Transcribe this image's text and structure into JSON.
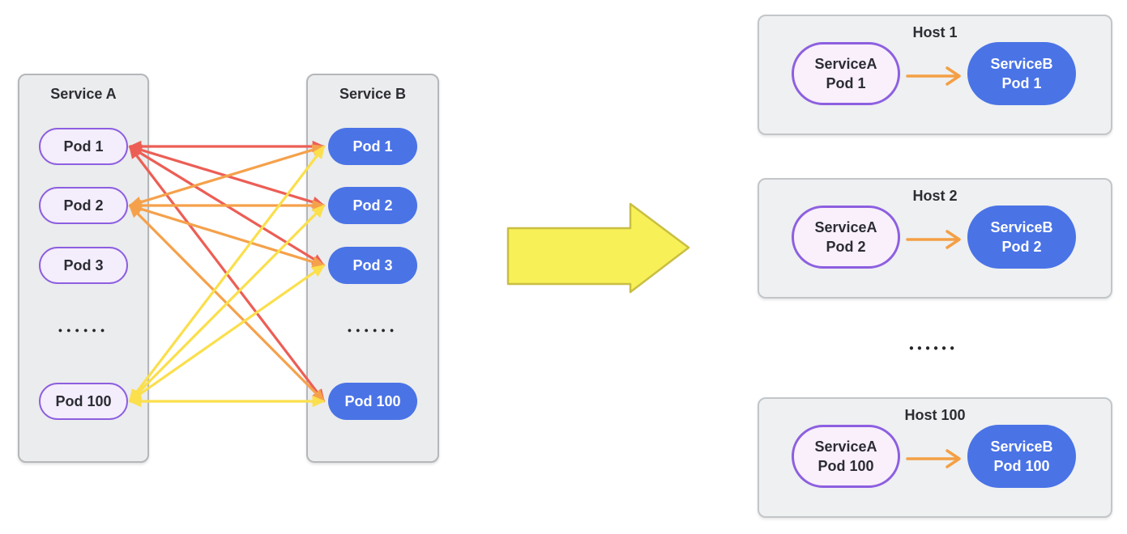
{
  "service_a": {
    "title": "Service A",
    "pods": [
      "Pod 1",
      "Pod 2",
      "Pod 3",
      "Pod 100"
    ],
    "ellipsis": "●●●●●●"
  },
  "service_b": {
    "title": "Service B",
    "pods": [
      "Pod 1",
      "Pod 2",
      "Pod 3",
      "Pod 100"
    ],
    "ellipsis": "●●●●●●"
  },
  "connections": [
    {
      "from": "Pod 1",
      "to": "Pod 1",
      "color": "red"
    },
    {
      "from": "Pod 1",
      "to": "Pod 2",
      "color": "red"
    },
    {
      "from": "Pod 1",
      "to": "Pod 3",
      "color": "red"
    },
    {
      "from": "Pod 1",
      "to": "Pod 100",
      "color": "red"
    },
    {
      "from": "Pod 2",
      "to": "Pod 1",
      "color": "orange"
    },
    {
      "from": "Pod 2",
      "to": "Pod 2",
      "color": "orange"
    },
    {
      "from": "Pod 2",
      "to": "Pod 3",
      "color": "orange"
    },
    {
      "from": "Pod 2",
      "to": "Pod 100",
      "color": "orange"
    },
    {
      "from": "Pod 100",
      "to": "Pod 1",
      "color": "yellow"
    },
    {
      "from": "Pod 100",
      "to": "Pod 2",
      "color": "yellow"
    },
    {
      "from": "Pod 100",
      "to": "Pod 3",
      "color": "yellow"
    },
    {
      "from": "Pod 100",
      "to": "Pod 100",
      "color": "yellow"
    }
  ],
  "hosts": [
    {
      "title": "Host 1",
      "pod_a": {
        "line1": "ServiceA",
        "line2": "Pod 1"
      },
      "pod_b": {
        "line1": "ServiceB",
        "line2": "Pod 1"
      }
    },
    {
      "title": "Host 2",
      "pod_a": {
        "line1": "ServiceA",
        "line2": "Pod 2"
      },
      "pod_b": {
        "line1": "ServiceB",
        "line2": "Pod 2"
      }
    },
    {
      "title": "Host 100",
      "pod_a": {
        "line1": "ServiceA",
        "line2": "Pod 100"
      },
      "pod_b": {
        "line1": "ServiceB",
        "line2": "Pod 100"
      }
    }
  ],
  "hosts_ellipsis": "●●●●●●",
  "colors": {
    "lines": {
      "red": "#ec5e55",
      "orange": "#f5a14b",
      "yellow": "#fbdf4c"
    },
    "purple_border": "#8d5fe0",
    "blue_pod": "#4a73e6",
    "big_arrow_fill": "#f7f057",
    "big_arrow_stroke": "#c9be42",
    "host_arrow": "#f49f45"
  }
}
